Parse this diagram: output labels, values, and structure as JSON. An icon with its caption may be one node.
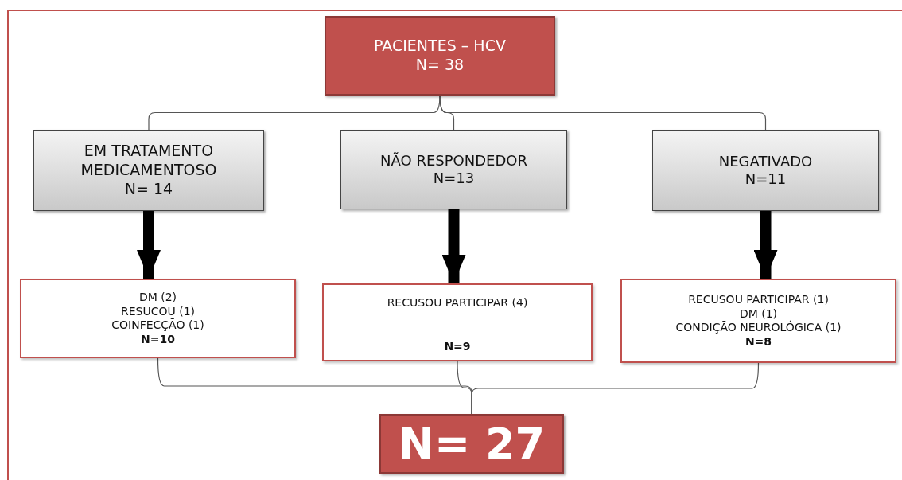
{
  "diagram": {
    "nodes": [
      {
        "text": [
          "PACIENTES – HCV",
          "N= 38"
        ]
      },
      {
        "text": [
          "EM TRATAMENTO MEDICAMENTOSO",
          "N= 14"
        ]
      },
      {
        "text": [
          "NÃO RESPONDEDOR",
          "N=13"
        ]
      },
      {
        "text": [
          "NEGATIVADO",
          "N=11"
        ]
      },
      {
        "text": [
          "DM (2)",
          "RESUCOU (1)",
          "COINFECÇÃO (1)",
          "N=10"
        ]
      },
      {
        "text": [
          "RECUSOU PARTICIPAR (4)",
          "N=9"
        ]
      },
      {
        "text": [
          "RECUSOU PARTICIPAR (1)",
          "DM (1)",
          "CONDIÇÃO NEUROLÓGICA (1)",
          "N=8"
        ]
      },
      {
        "text": [
          "N= 27"
        ]
      }
    ],
    "edges": [
      {
        "from": 0,
        "to": 1,
        "arrow": "none"
      },
      {
        "from": 0,
        "to": 2,
        "arrow": "none"
      },
      {
        "from": 0,
        "to": 3,
        "arrow": "none"
      },
      {
        "from": 1,
        "to": 4,
        "arrow": "to",
        "style": "thick"
      },
      {
        "from": 2,
        "to": 5,
        "arrow": "to",
        "style": "thick"
      },
      {
        "from": 3,
        "to": 6,
        "arrow": "to",
        "style": "thick"
      },
      {
        "from": 4,
        "to": 7,
        "arrow": "none"
      },
      {
        "from": 5,
        "to": 7,
        "arrow": "none"
      },
      {
        "from": 6,
        "to": 7,
        "arrow": "none"
      }
    ]
  }
}
